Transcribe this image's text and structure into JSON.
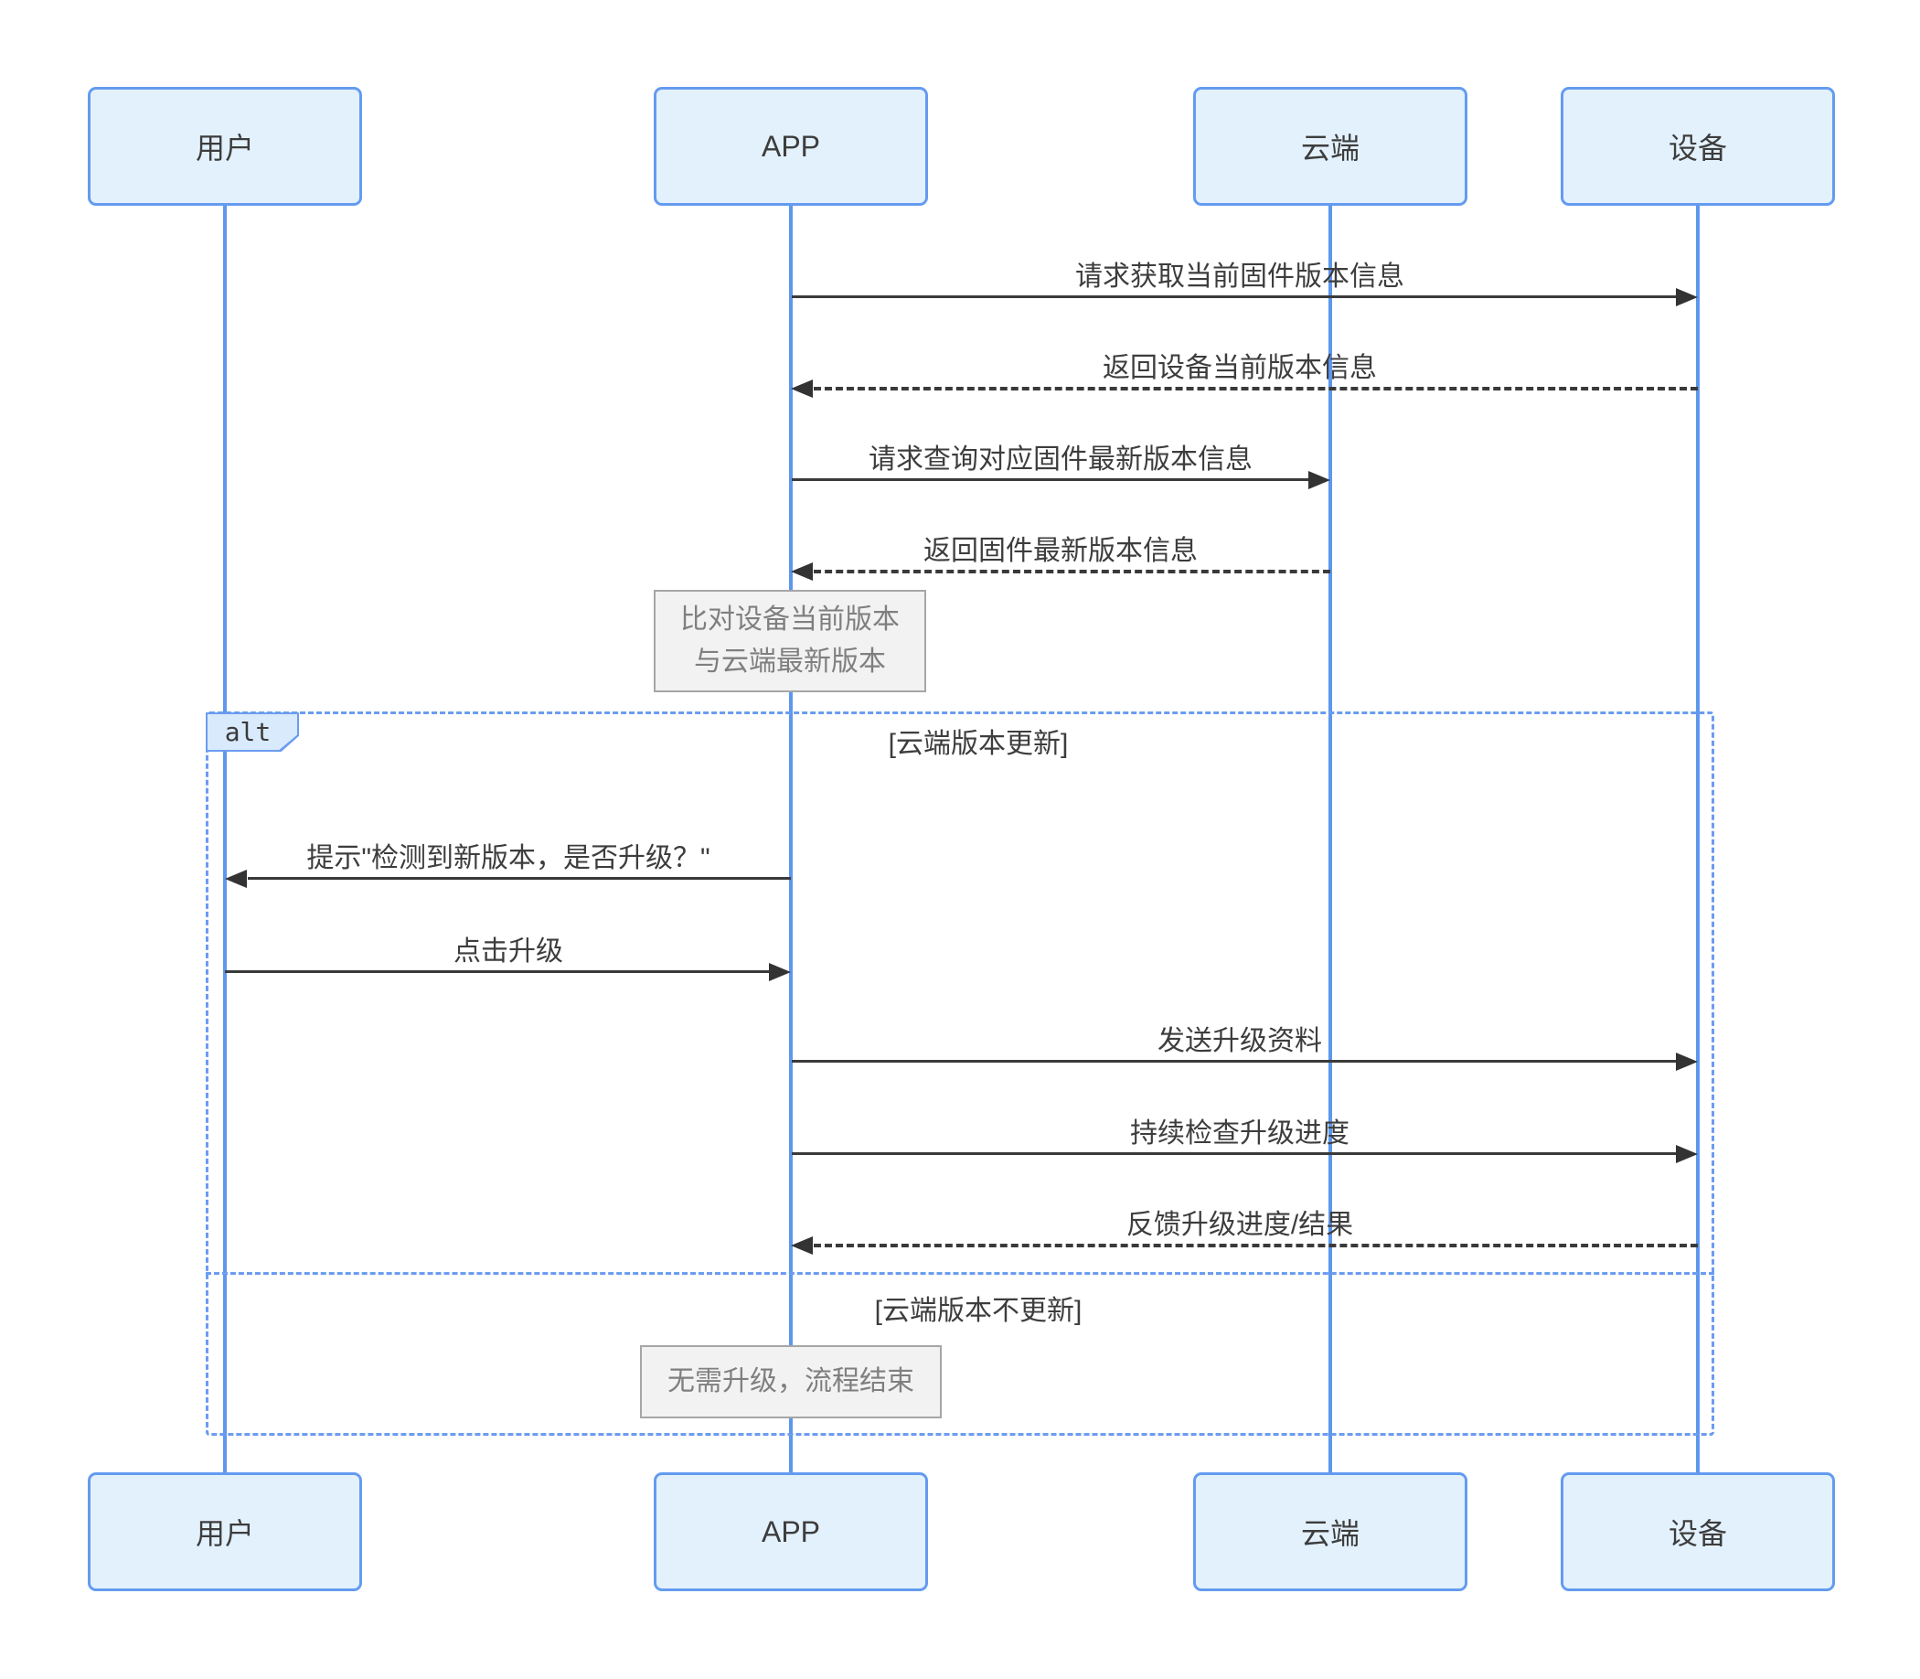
{
  "actors": [
    {
      "label": "用户"
    },
    {
      "label": "APP"
    },
    {
      "label": "云端"
    },
    {
      "label": "设备"
    }
  ],
  "messages": [
    {
      "label": "请求获取当前固件版本信息",
      "from": "APP",
      "to": "设备",
      "line": "solid"
    },
    {
      "label": "返回设备当前版本信息",
      "from": "设备",
      "to": "APP",
      "line": "dashed"
    },
    {
      "label": "请求查询对应固件最新版本信息",
      "from": "APP",
      "to": "云端",
      "line": "solid"
    },
    {
      "label": "返回固件最新版本信息",
      "from": "云端",
      "to": "APP",
      "line": "dashed"
    },
    {
      "label": "提示\"检测到新版本，是否升级？\"",
      "from": "APP",
      "to": "用户",
      "line": "solid"
    },
    {
      "label": "点击升级",
      "from": "用户",
      "to": "APP",
      "line": "solid"
    },
    {
      "label": "发送升级资料",
      "from": "APP",
      "to": "设备",
      "line": "solid"
    },
    {
      "label": "持续检查升级进度",
      "from": "APP",
      "to": "设备",
      "line": "solid"
    },
    {
      "label": "反馈升级进度/结果",
      "from": "设备",
      "to": "APP",
      "line": "dashed"
    }
  ],
  "notes": [
    {
      "line1": "比对设备当前版本",
      "line2": "与云端最新版本"
    },
    {
      "line1": "无需升级，流程结束"
    }
  ],
  "fragment": {
    "operator": "alt",
    "guard_updated": "[云端版本更新]",
    "guard_not_updated": "[云端版本不更新]"
  },
  "colors": {
    "actor_fill": "#e3f1fd",
    "actor_border": "#649bf0",
    "lifeline": "#5d97ee",
    "frame_border": "#6b9cf0",
    "arrow": "#333333",
    "message_text": "#3d3d3d",
    "note_fill": "#f2f2f2",
    "note_border": "#a6a6a6",
    "note_text": "#7f7f7f"
  }
}
